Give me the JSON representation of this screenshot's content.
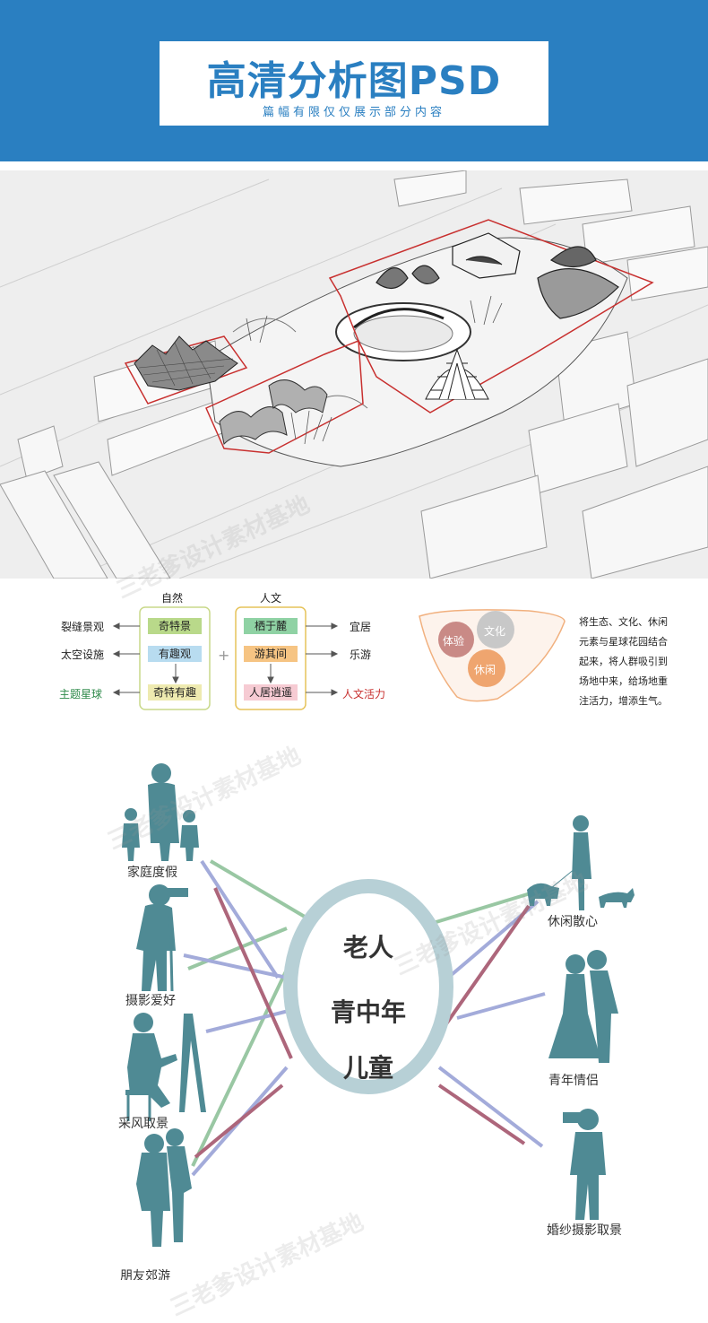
{
  "header": {
    "title": "高清分析图PSD",
    "subtitle": "篇幅有限仅仅展示部分内容"
  },
  "colors": {
    "brand_blue": "#2a7fc1",
    "silhouette": "#4f8a94",
    "ring": "#b7d0d6",
    "line_green": "#8fc29a",
    "line_purple": "#9aa3d6",
    "line_maroon": "#a5566d",
    "highlight_red": "#c8302f"
  },
  "concept": {
    "nature_header": "自然",
    "culture_header": "人文",
    "plus": "+",
    "nature_boxes": [
      "奇特景",
      "有趣观",
      "奇特有趣"
    ],
    "culture_boxes": [
      "栖于麓",
      "游其间",
      "人居逍遥"
    ],
    "left_labels": [
      "裂缝景观",
      "太空设施",
      "主题星球"
    ],
    "right_labels": [
      "宜居",
      "乐游",
      "人文活力"
    ],
    "funnel_circles": [
      "体验",
      "文化",
      "休闲"
    ],
    "note_lines": [
      "将生态、文化、休闲",
      "元素与星球花园结合",
      "起来，将人群吸引到",
      "场地中来，给场地重",
      "注活力，增添生气。"
    ]
  },
  "people": {
    "ring_lines": [
      "老人",
      "青中年",
      "儿童"
    ],
    "left_groups": [
      "家庭度假",
      "摄影爱好",
      "采风取景",
      "朋友郊游"
    ],
    "right_groups": [
      "休闲散心",
      "青年情侣",
      "婚纱摄影取景"
    ]
  },
  "watermark": "三老爹设计素材基地"
}
